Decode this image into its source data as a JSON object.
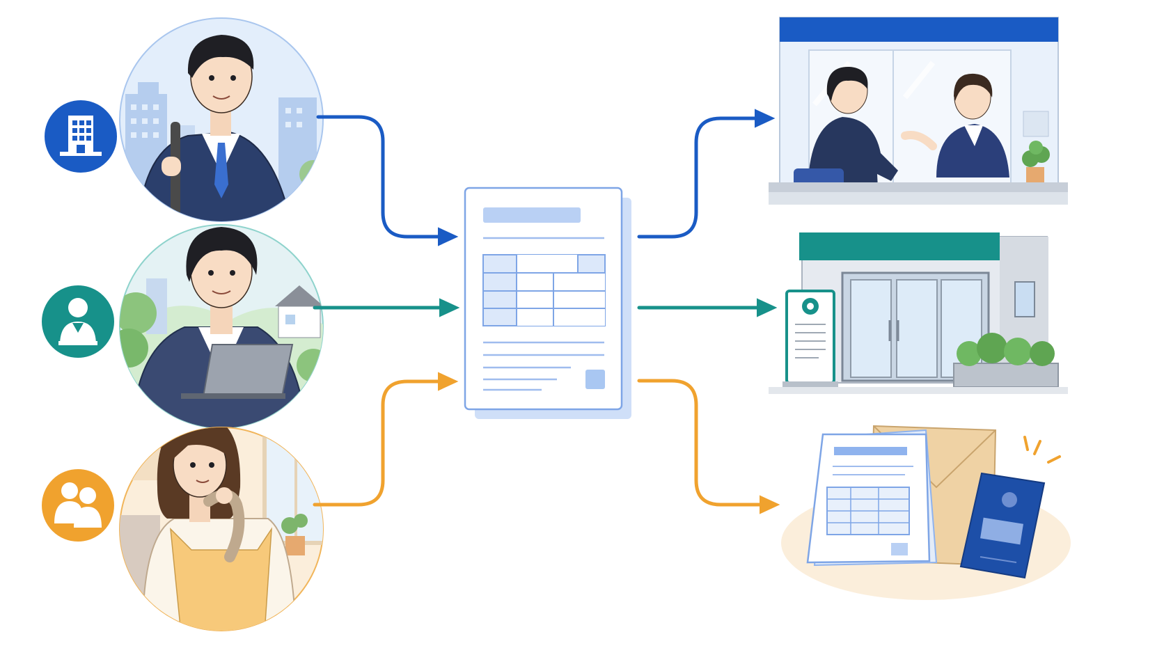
{
  "colors": {
    "blue": "#1A5BC4",
    "teal": "#17918A",
    "orange": "#F0A22E",
    "navy": "#27375E",
    "doc_fill": "#D2E1F8",
    "doc_line": "#8FB3EE",
    "sky": "#DCEAF8"
  },
  "inputs": [
    {
      "id": "company-employee",
      "badge_icon": "building-icon",
      "color": "blue",
      "person": "businessman-with-bag"
    },
    {
      "id": "individual",
      "badge_icon": "person-icon",
      "color": "teal",
      "person": "man-with-laptop"
    },
    {
      "id": "family",
      "badge_icon": "people-icon",
      "color": "orange",
      "person": "woman-thinking"
    }
  ],
  "center": {
    "icon": "application-form-icon"
  },
  "outputs": [
    {
      "id": "service-counter",
      "color": "blue",
      "scene": "counter-consultation"
    },
    {
      "id": "branch-office",
      "color": "teal",
      "scene": "storefront"
    },
    {
      "id": "mail-documents",
      "color": "orange",
      "scene": "documents-envelope-passbook"
    }
  ]
}
